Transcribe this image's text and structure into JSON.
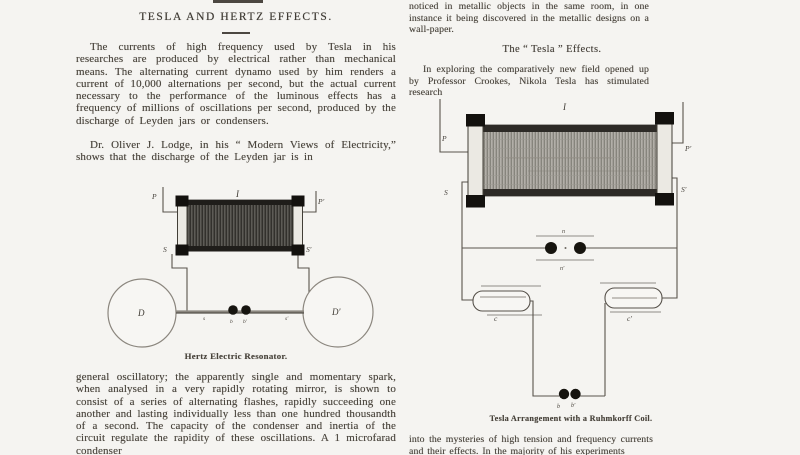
{
  "page": {
    "left": {
      "title": "TESLA AND HERTZ EFFECTS.",
      "para1": "The currents of high frequency used by Tesla in his researches are produced by electrical rather than mechanical means.  The alternating current dynamo used by him renders a current of 10,000 alternations per second, but the actual current necessary to the performance of the luminous effects has a frequency of millions of oscillations per second, produced by the discharge of Leyden jars or condensers.",
      "para2": "Dr. Oliver J. Lodge, in his “ Modern Views of Electricity,” shows that the discharge of the Leyden jar is in",
      "caption": "Hertz Electric Resonator.",
      "para3": "general oscillatory; the apparently single and momentary spark, when analysed in a very rapidly rotating mirror, is shown to consist of a series of alternating flashes, rapidly succeeding one another and lasting individually less than one hundred thousandth of a second.  The capacity of the condenser and inertia of the circuit regulate the rapidity of these oscillations.  A 1 microfarad condenser",
      "labels": {
        "coil": "I",
        "p1": "P",
        "p2": "P'",
        "s1": "S",
        "s2": "S'",
        "d1": "D",
        "d2": "D'",
        "w1": "s",
        "w2": "s'",
        "b1": "b",
        "b2": "b'"
      }
    },
    "right": {
      "para1": "noticed in metallic objects in the same room, in one instance it being discovered in the metallic designs on a wall-paper.",
      "heading": "The “ Tesla ” Effects.",
      "para2": "In exploring the comparatively new field opened up by Professor Crookes, Nikola Tesla has stimulated research",
      "caption": "Tesla Arrangement with a Ruhmkorff Coil.",
      "para3": "into the mysteries of high tension and frequency currents and their effects.  In the majority of his experiments",
      "labels": {
        "coil": "I",
        "p1": "P",
        "p2": "P'",
        "s1": "S",
        "s2": "S'",
        "n1": "n",
        "n2": "n'",
        "c1": "c",
        "c2": "c'",
        "b1": "b",
        "b2": "b'"
      }
    }
  }
}
